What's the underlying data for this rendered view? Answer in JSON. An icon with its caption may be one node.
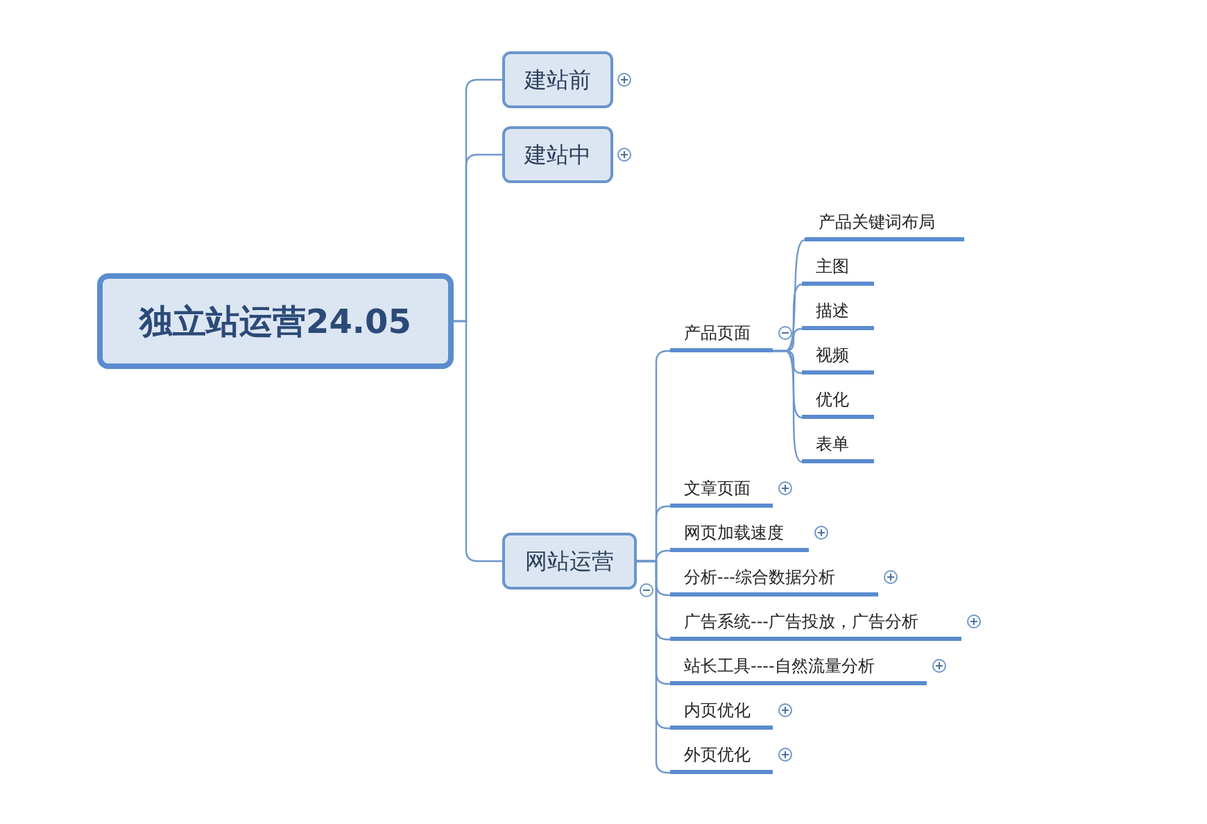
{
  "diagram": {
    "nodes": [
      {
        "text": [
          "独立站运营24.05"
        ]
      },
      {
        "text": [
          "建站前"
        ]
      },
      {
        "text": [
          "建站中"
        ]
      },
      {
        "text": [
          "网站运营"
        ]
      },
      {
        "text": [
          "产品页面"
        ]
      },
      {
        "text": [
          "产品关键词布局"
        ]
      },
      {
        "text": [
          "主图"
        ]
      },
      {
        "text": [
          "描述"
        ]
      },
      {
        "text": [
          "视频"
        ]
      },
      {
        "text": [
          "优化"
        ]
      },
      {
        "text": [
          "表单"
        ]
      },
      {
        "text": [
          "文章页面"
        ]
      },
      {
        "text": [
          "网页加载速度"
        ]
      },
      {
        "text": [
          "分析---综合数据分析"
        ]
      },
      {
        "text": [
          "广告系统---广告投放，广告分析"
        ]
      },
      {
        "text": [
          "站长工具----自然流量分析"
        ]
      },
      {
        "text": [
          "内页优化"
        ]
      },
      {
        "text": [
          "外页优化"
        ]
      }
    ],
    "edges": [
      {
        "from": 0,
        "to": 1,
        "arrow": "none"
      },
      {
        "from": 0,
        "to": 2,
        "arrow": "none"
      },
      {
        "from": 0,
        "to": 3,
        "arrow": "none"
      },
      {
        "from": 3,
        "to": 4,
        "arrow": "none"
      },
      {
        "from": 4,
        "to": 5,
        "arrow": "none"
      },
      {
        "from": 4,
        "to": 6,
        "arrow": "none"
      },
      {
        "from": 4,
        "to": 7,
        "arrow": "none"
      },
      {
        "from": 4,
        "to": 8,
        "arrow": "none"
      },
      {
        "from": 4,
        "to": 9,
        "arrow": "none"
      },
      {
        "from": 4,
        "to": 10,
        "arrow": "none"
      },
      {
        "from": 3,
        "to": 11,
        "arrow": "none"
      },
      {
        "from": 3,
        "to": 12,
        "arrow": "none"
      },
      {
        "from": 3,
        "to": 13,
        "arrow": "none"
      },
      {
        "from": 3,
        "to": 14,
        "arrow": "none"
      },
      {
        "from": 3,
        "to": 15,
        "arrow": "none"
      },
      {
        "from": 3,
        "to": 16,
        "arrow": "none"
      },
      {
        "from": 3,
        "to": 17,
        "arrow": "none"
      }
    ]
  }
}
